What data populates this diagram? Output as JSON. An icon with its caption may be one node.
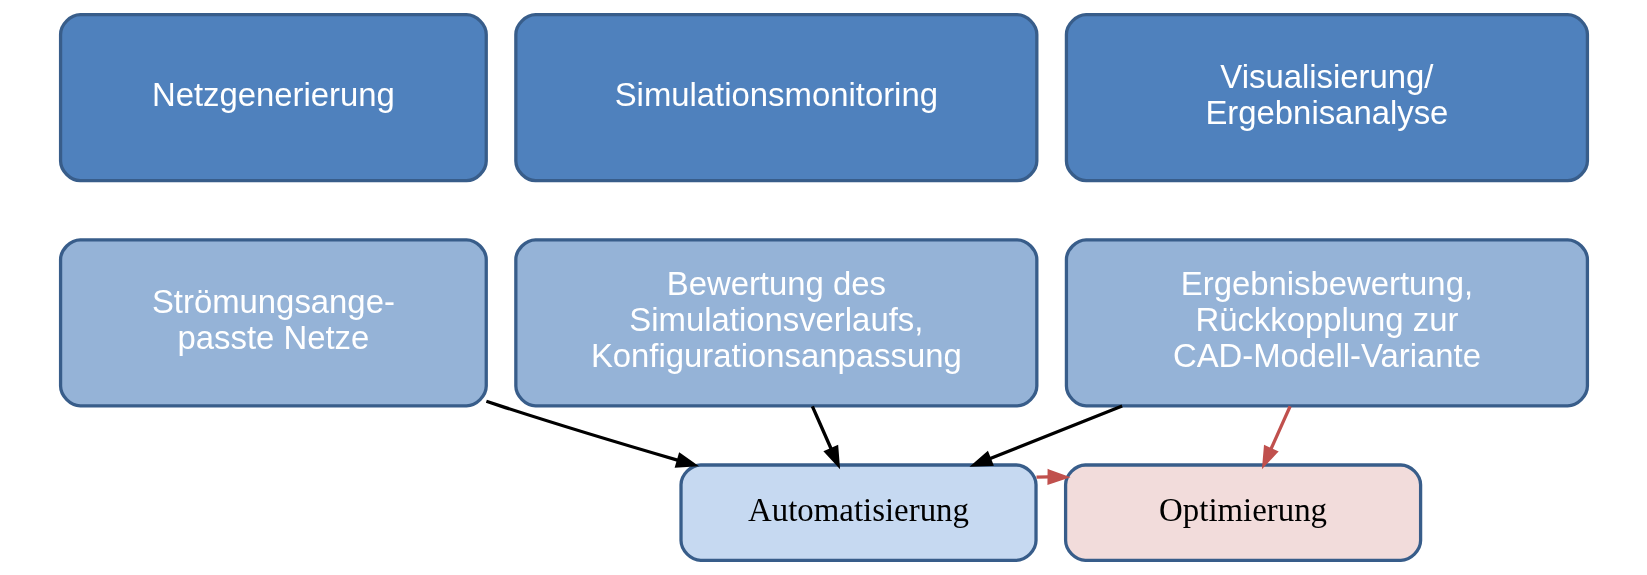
{
  "diagram": {
    "nodes": [
      {
        "text": [
          "Netzgenerierung"
        ]
      },
      {
        "text": [
          "Simulationsmonitoring"
        ]
      },
      {
        "text": [
          "Visualisierung/ Ergebnisanalyse"
        ]
      },
      {
        "text": [
          "Strömungsange- passte Netze"
        ]
      },
      {
        "text": [
          "Bewertung des Simulationsverlaufs, Konfigurationsanpassung"
        ]
      },
      {
        "text": [
          "Ergebnisbewertung, Rückkopplung zur CAD-Modell-Variante"
        ]
      },
      {
        "text": [
          "Automatisierung"
        ]
      },
      {
        "text": [
          "Optimierung"
        ]
      }
    ],
    "edges": [
      {
        "from": 3,
        "to": 6,
        "arrow": "to"
      },
      {
        "from": 4,
        "to": 6,
        "arrow": "to"
      },
      {
        "from": 5,
        "to": 6,
        "arrow": "to"
      },
      {
        "from": 5,
        "to": 7,
        "arrow": "to",
        "color": "#c0504d"
      },
      {
        "from": 6,
        "to": 7,
        "arrow": "to",
        "color": "#c0504d"
      }
    ]
  }
}
